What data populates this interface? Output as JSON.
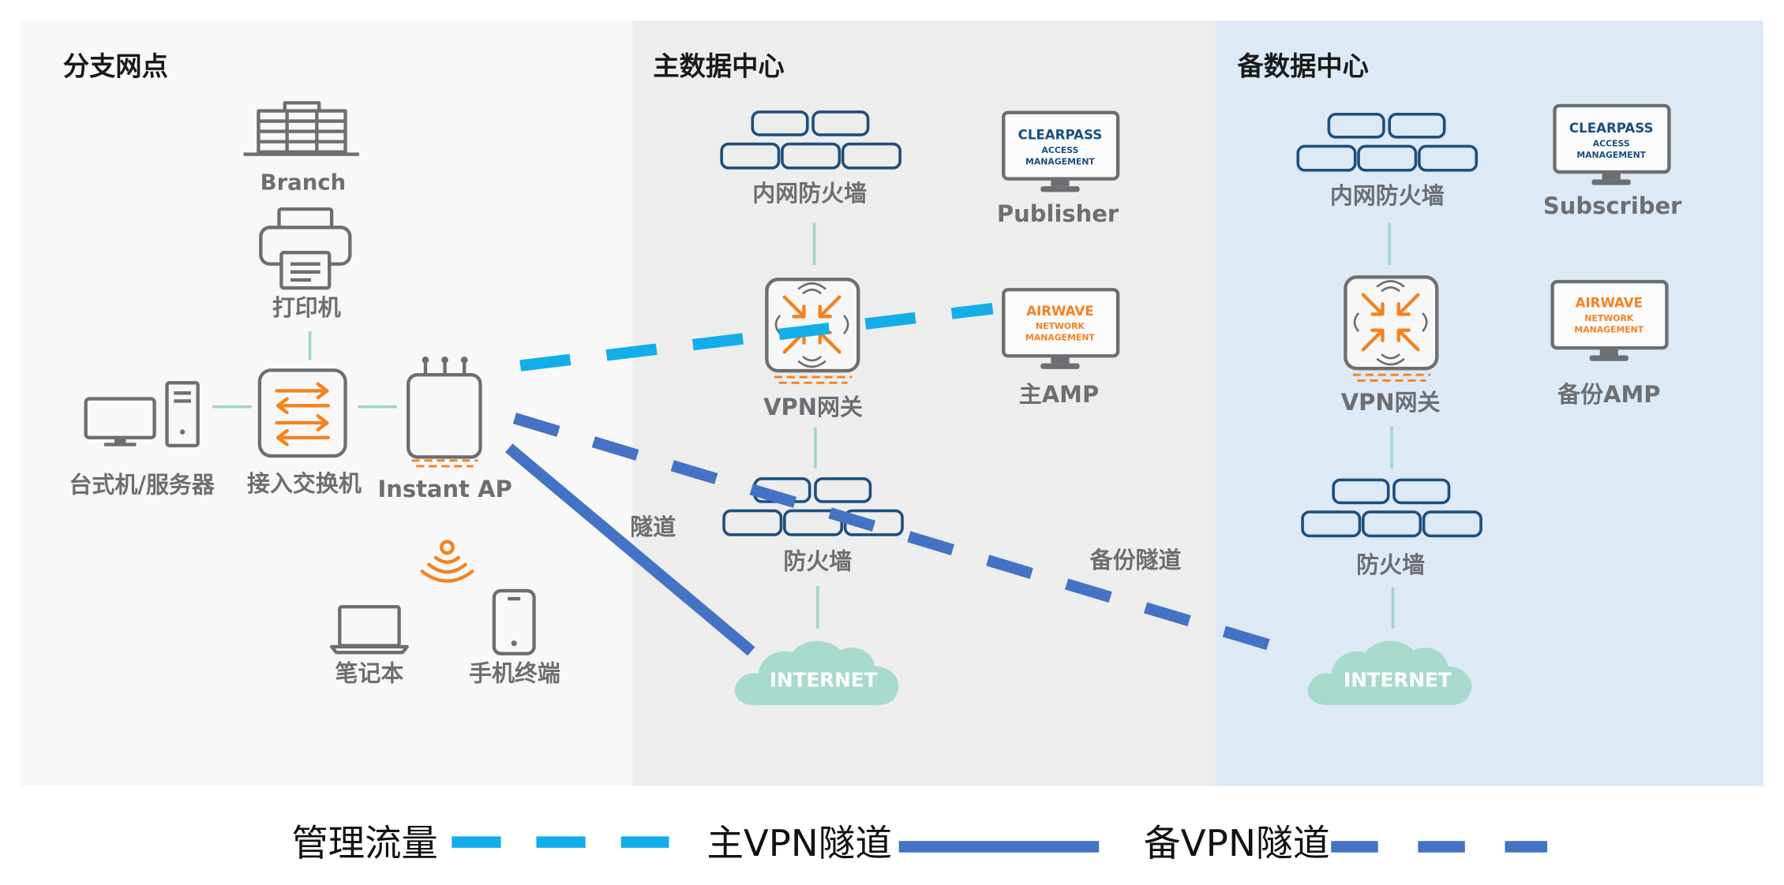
{
  "zones": {
    "branch_title": "分支网点",
    "primary_title": "主数据中心",
    "backup_title": "备数据中心"
  },
  "branch": {
    "site_label": "Branch",
    "printer_label": "打印机",
    "desktop_server_label": "台式机/服务器",
    "access_switch_label": "接入交换机",
    "ap_label": "Instant AP",
    "laptop_label": "笔记本",
    "phone_label": "手机终端"
  },
  "primary_dc": {
    "inner_firewall_label": "内网防火墙",
    "vpn_gateway_label": "VPN网关",
    "firewall_label": "防火墙",
    "internet_label": "INTERNET",
    "clearpass": {
      "brand": "CLEARPASS",
      "line1": "ACCESS",
      "line2": "MANAGEMENT",
      "label": "Publisher"
    },
    "airwave": {
      "brand": "AIRWAVE",
      "line1": "NETWORK",
      "line2": "MANAGEMENT",
      "label": "主AMP"
    }
  },
  "backup_dc": {
    "inner_firewall_label": "内网防火墙",
    "vpn_gateway_label": "VPN网关",
    "firewall_label": "防火墙",
    "internet_label": "INTERNET",
    "clearpass": {
      "brand": "CLEARPASS",
      "line1": "ACCESS",
      "line2": "MANAGEMENT",
      "label": "Subscriber"
    },
    "airwave": {
      "brand": "AIRWAVE",
      "line1": "NETWORK",
      "line2": "MANAGEMENT",
      "label": "备份AMP"
    }
  },
  "tunnels": {
    "primary_label": "隧道",
    "backup_label": "备份隧道"
  },
  "legend": {
    "management": {
      "label": "管理流量",
      "color": "#12aee8"
    },
    "primary_vpn": {
      "label": "主VPN隧道",
      "color": "#4472c4"
    },
    "backup_vpn": {
      "label": "备VPN隧道",
      "color": "#4472c4"
    }
  }
}
